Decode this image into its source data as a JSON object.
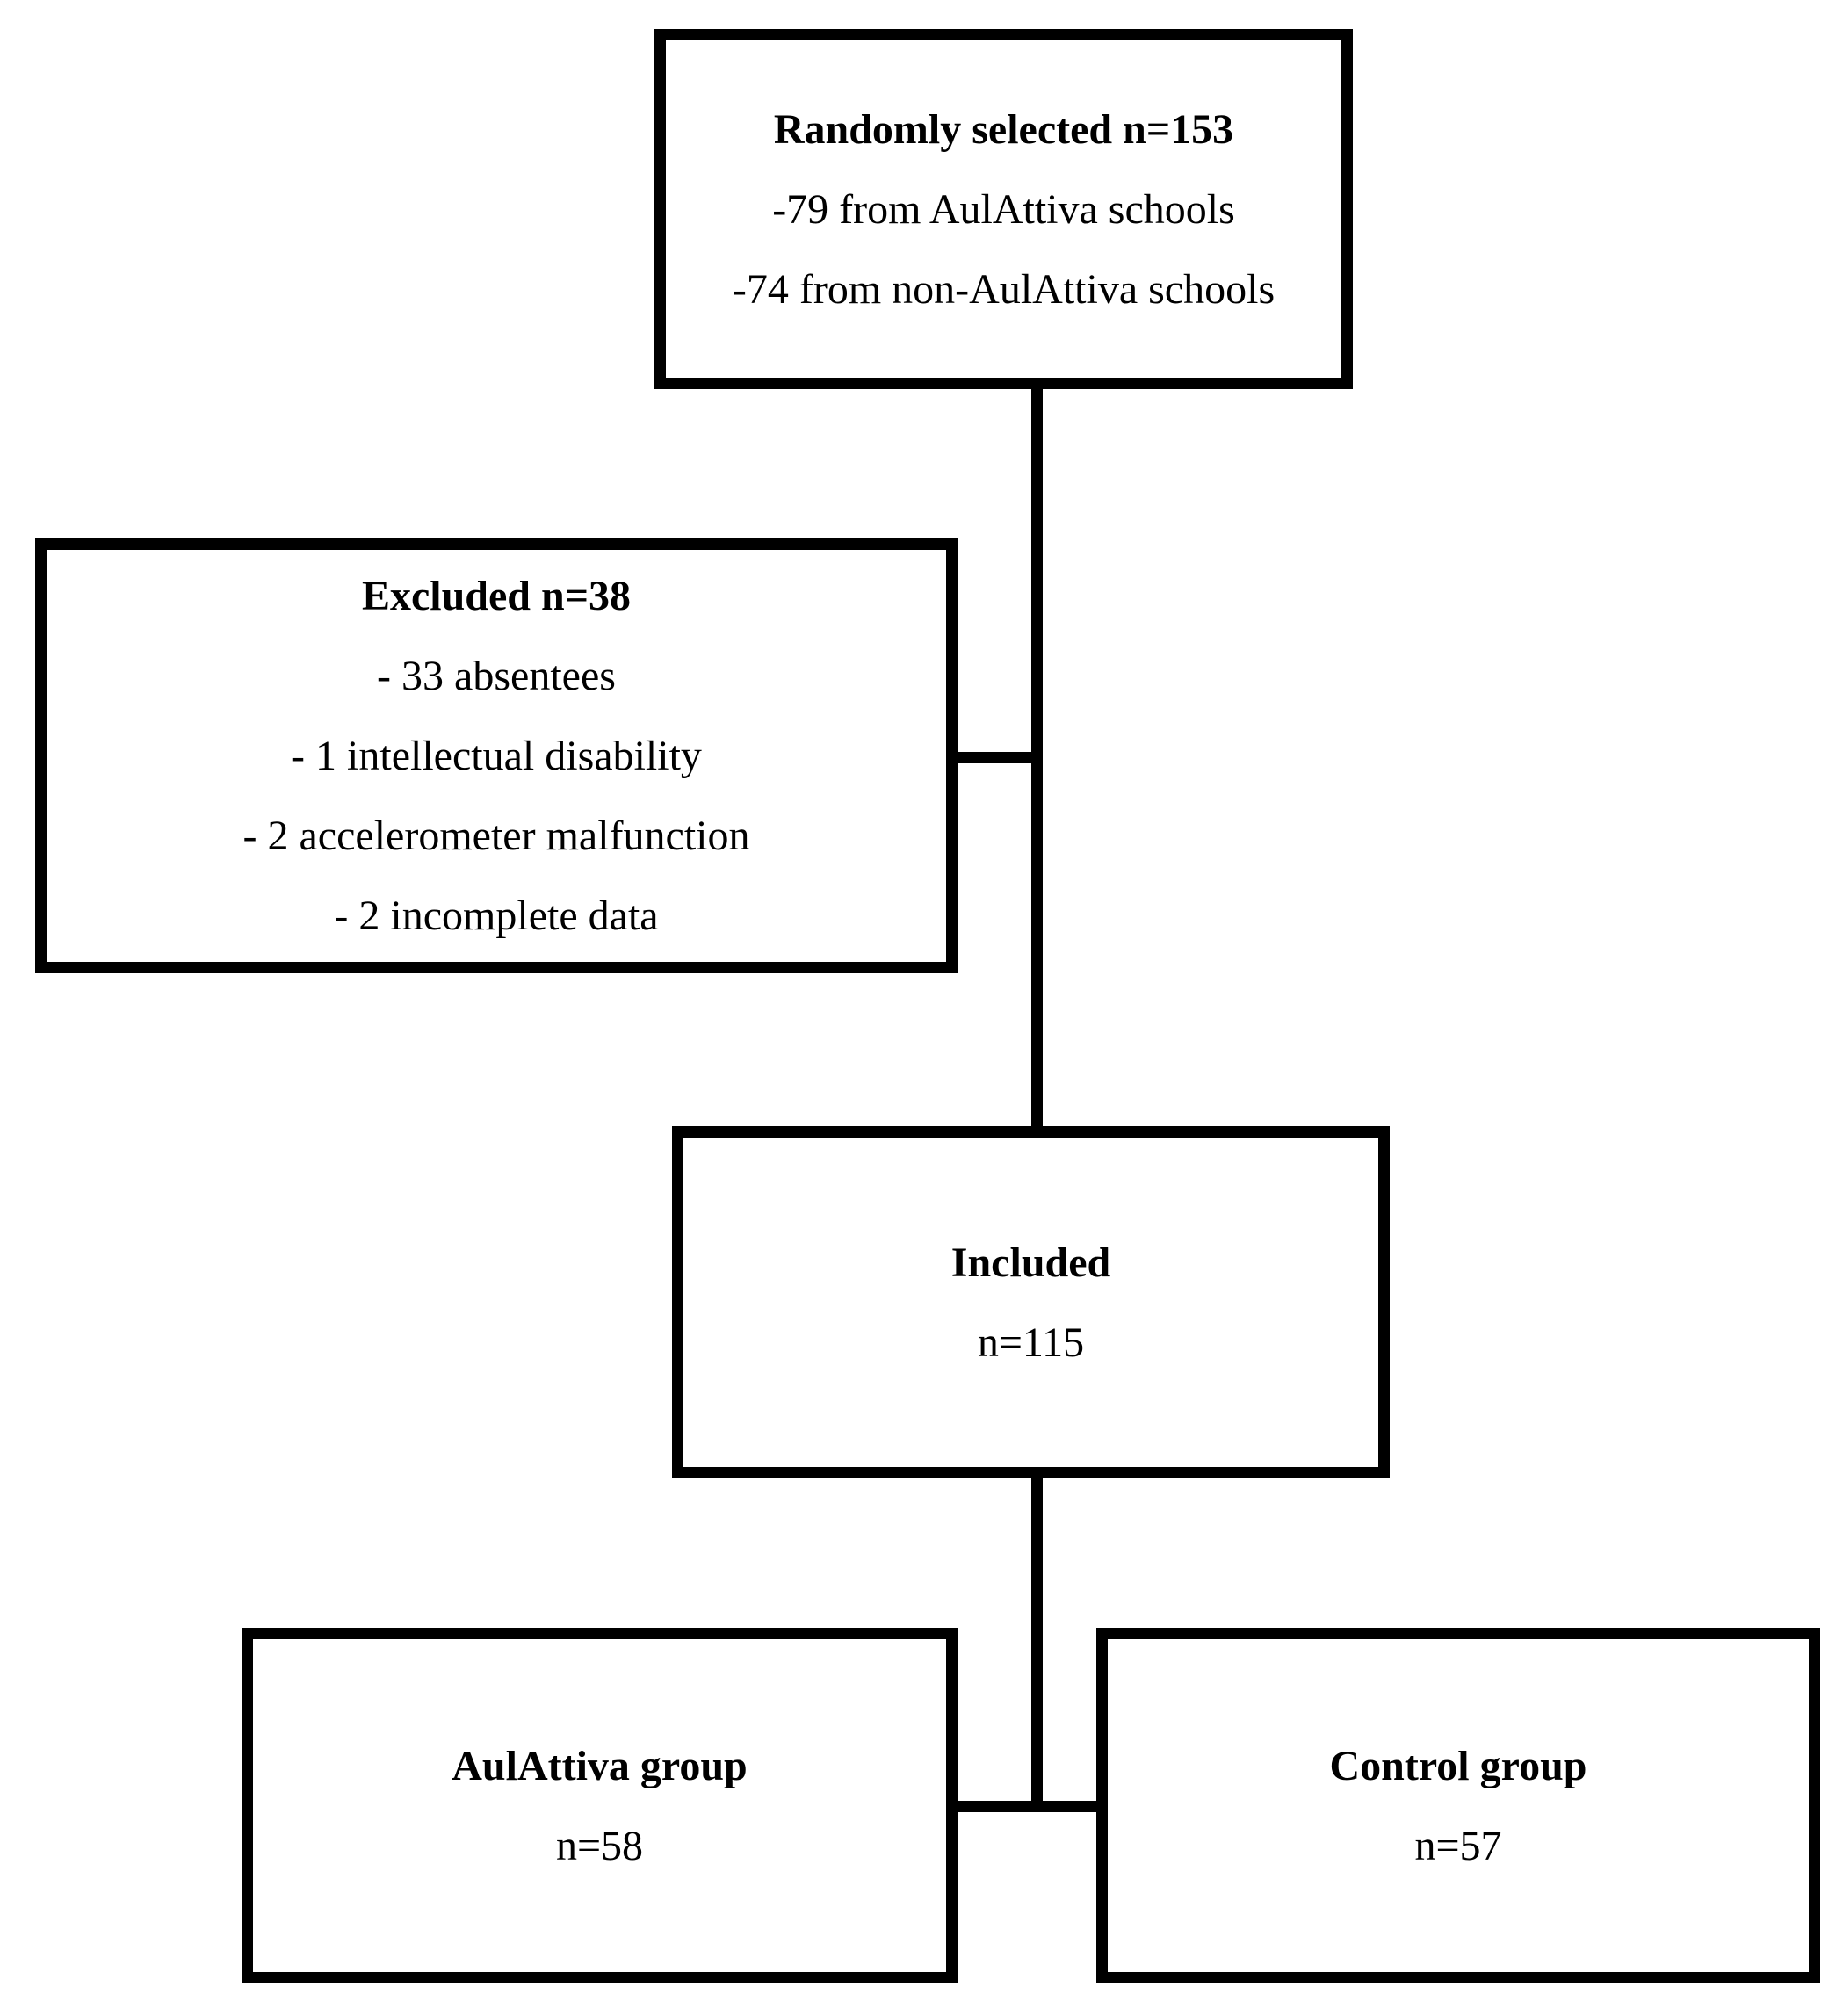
{
  "diagram": {
    "type": "participant-flow",
    "background_color": "#ffffff",
    "line_color": "#000000",
    "boxes": {
      "randomly_selected": {
        "title": "Randomly selected n=153",
        "lines": [
          "-79 from AulAttiva schools",
          "-74 from non-AulAttiva schools"
        ]
      },
      "excluded": {
        "title": "Excluded n=38",
        "lines": [
          "- 33 absentees",
          "- 1 intellectual disability",
          "- 2 accelerometer malfunction",
          "- 2 incomplete data"
        ]
      },
      "included": {
        "title": "Included",
        "n_line": "n=115"
      },
      "aulattiva_group": {
        "title": "AulAttiva group",
        "n_line": "n=58"
      },
      "control_group": {
        "title": "Control group",
        "n_line": "n=57"
      }
    }
  }
}
